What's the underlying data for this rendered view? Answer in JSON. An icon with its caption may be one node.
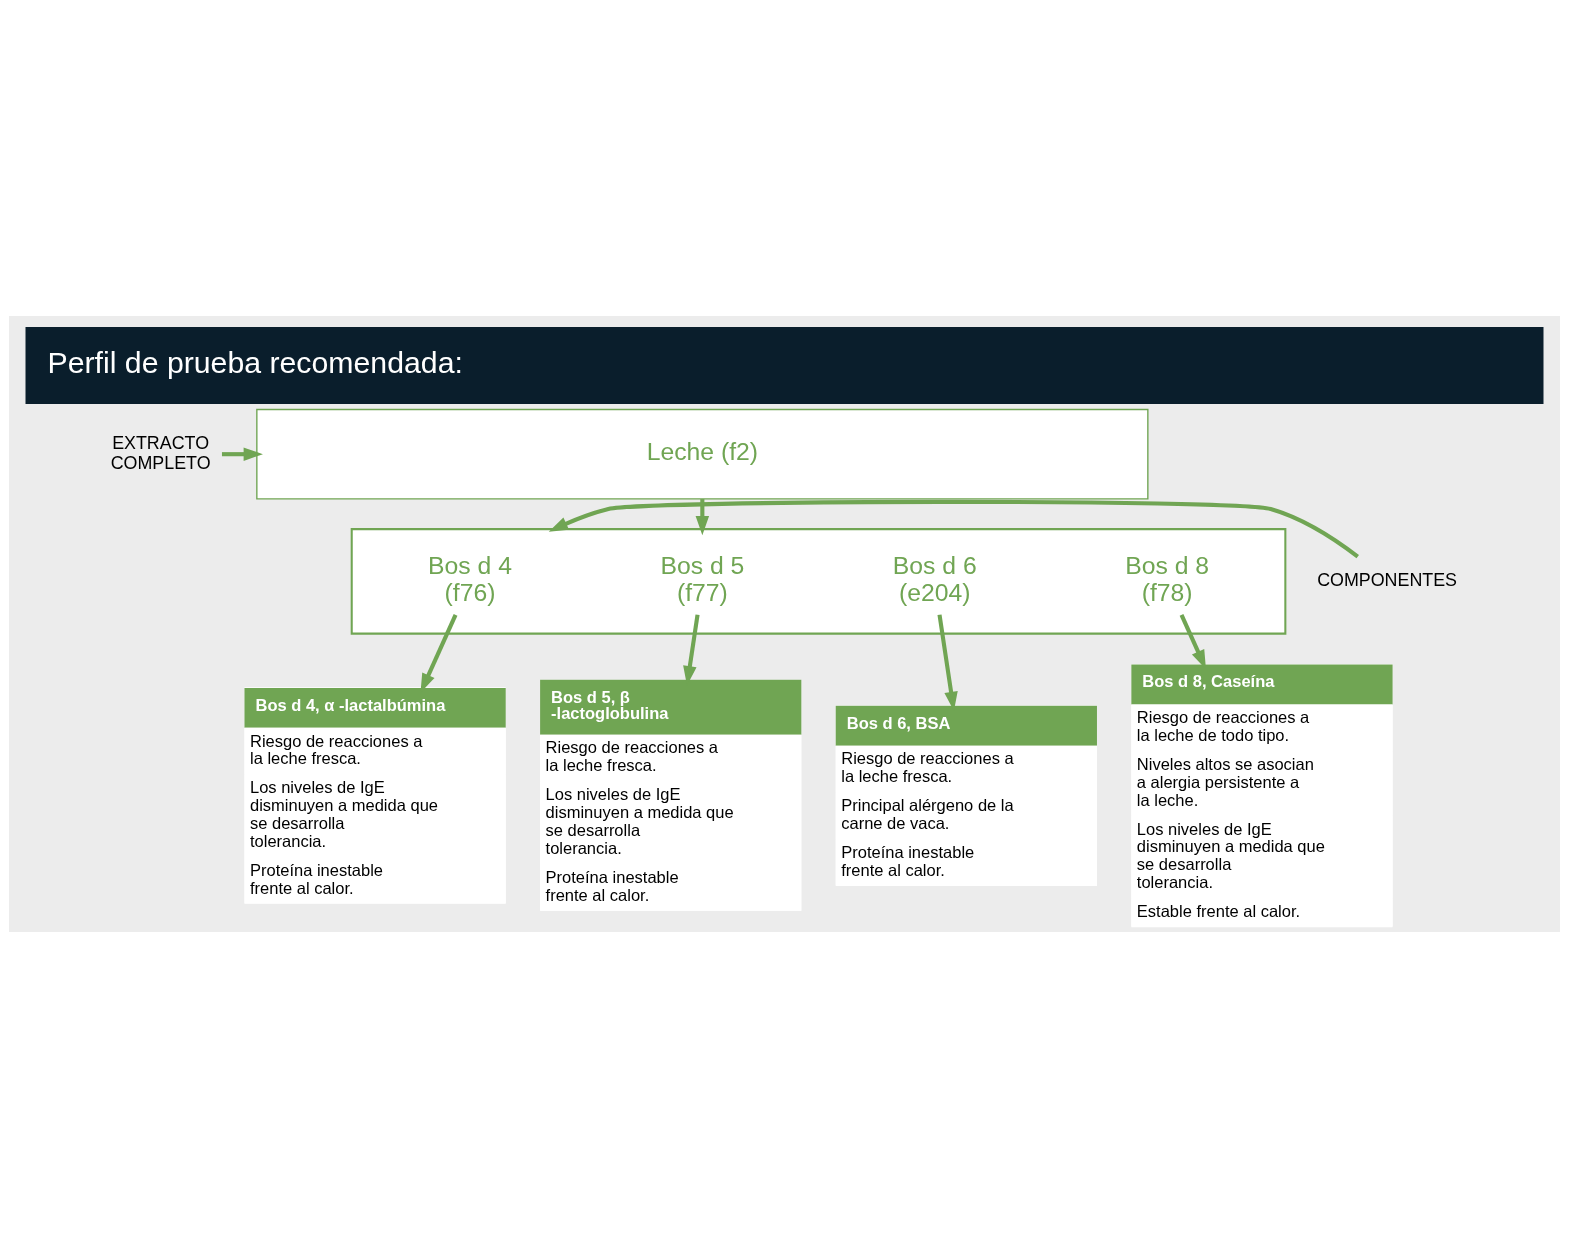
{
  "diagram": {
    "title": "Perfil de prueba recomendada:",
    "nodes": [
      {
        "text": [
          "EXTRACTO COMPLETO"
        ]
      },
      {
        "text": [
          "Leche (f2)"
        ]
      },
      {
        "text": [
          "COMPONENTES"
        ]
      },
      {
        "text": [],
        "shape": "box"
      },
      {
        "text": [
          "Bos d 4 (f76)"
        ],
        "in": 3
      },
      {
        "text": [
          "Bos d 5 (f77)"
        ],
        "in": 3
      },
      {
        "text": [
          "Bos d 6 (e204)"
        ],
        "in": 3
      },
      {
        "text": [
          "Bos d 8 (f78)"
        ],
        "in": 3
      },
      {
        "text": [
          "Bos d 4, α -lactalbúmina",
          "Riesgo de reacciones a la leche fresca.",
          "Los niveles de IgE disminuyen a medida que se desarrolla tolerancia.",
          "Proteína inestable frente al calor."
        ]
      },
      {
        "text": [
          "Bos d 5, β -lactoglobulina",
          "Riesgo de reacciones a la leche fresca.",
          "Los niveles de IgE disminuyen a medida que se desarrolla tolerancia.",
          "Proteína inestable frente al calor."
        ]
      },
      {
        "text": [
          "Bos d 6, BSA",
          "Riesgo de reacciones a la leche fresca.",
          "Principal alérgeno de la carne de vaca.",
          "Proteína inestable frente al calor."
        ]
      },
      {
        "text": [
          "Bos d 8, Caseína",
          "Riesgo de reacciones a la leche de todo tipo.",
          "Niveles altos se asocian a alergia persistente a la leche.",
          "Los niveles de IgE disminuyen a medida que se desarrolla tolerancia.",
          "Estable frente al calor."
        ]
      }
    ],
    "edges": [
      {
        "from": 0,
        "to": 1,
        "arrow": "to"
      },
      {
        "from": 1,
        "to": 3,
        "arrow": "to"
      },
      {
        "from": 2,
        "to": 3,
        "arrow": "to"
      },
      {
        "from": 4,
        "to": 8,
        "arrow": "to"
      },
      {
        "from": 5,
        "to": 9,
        "arrow": "to"
      },
      {
        "from": 6,
        "to": 10,
        "arrow": "to"
      },
      {
        "from": 7,
        "to": 11,
        "arrow": "to"
      }
    ]
  }
}
